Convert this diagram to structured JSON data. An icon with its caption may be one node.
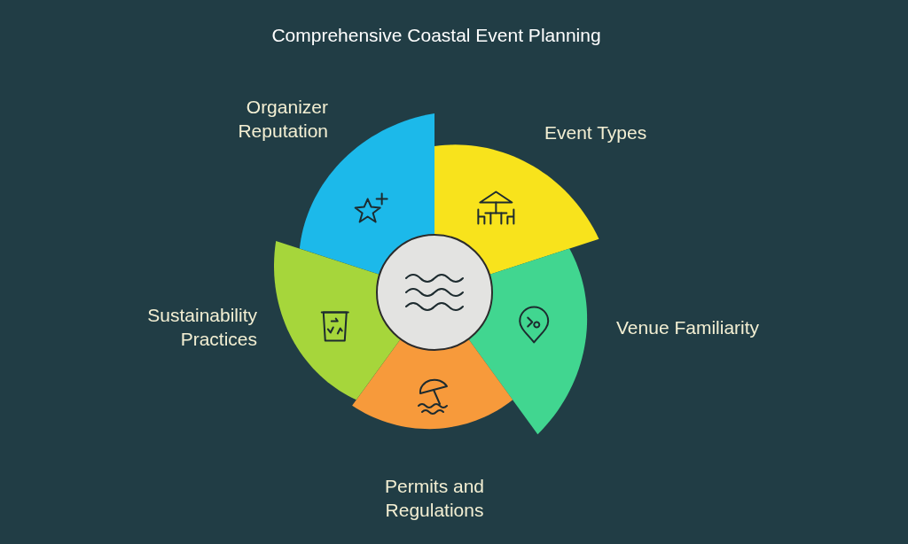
{
  "diagram": {
    "title": "Comprehensive Coastal Event Planning",
    "nodes": [
      {
        "text": [
          "Organizer Reputation"
        ]
      },
      {
        "text": [
          "Event Types"
        ]
      },
      {
        "text": [
          "Venue Familiarity"
        ]
      },
      {
        "text": [
          "Permits and Regulations"
        ]
      },
      {
        "text": [
          "Sustainability Practices"
        ]
      },
      {
        "text": [],
        "shape": "circle"
      }
    ]
  }
}
